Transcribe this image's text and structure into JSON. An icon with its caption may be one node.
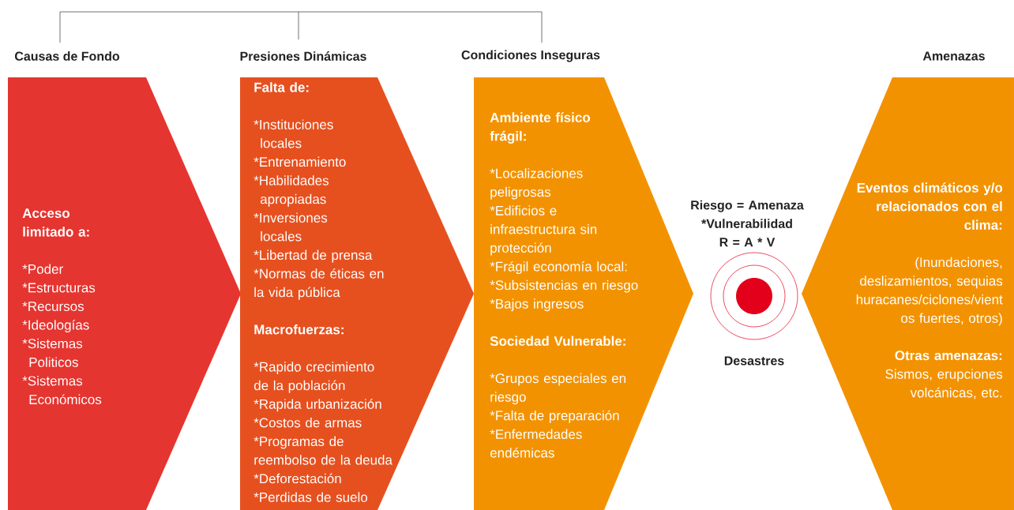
{
  "diagram": {
    "nodes": [
      {
        "text": [
          "Causas de Fondo",
          "Acceso limitado a:",
          "*Poder",
          "*Estructuras",
          "*Recursos",
          "*Ideologías",
          "*Sistemas Politicos",
          "*Sistemas Económicos"
        ]
      },
      {
        "text": [
          "Presiones Dinámicas",
          "Falta de:",
          "*Instituciones locales",
          "*Entrenamiento",
          "*Habilidades apropiadas",
          "*Inversiones locales",
          "*Libertad de prensa",
          "*Normas de éticas en la vida pública",
          "Macrofuerzas:",
          "*Rapido crecimiento de la población",
          "*Rapida urbanización",
          "*Costos de armas",
          "*Programas de reembolso de la deuda",
          "*Deforestación",
          "*Perdidas de suelo"
        ]
      },
      {
        "text": [
          "Condiciones Inseguras",
          "Ambiente físico frágil:",
          "*Localizaciones peligrosas",
          "*Edificios e infraestructura sin protección",
          "*Frágil economía local:",
          "*Subsistencias en riesgo",
          "*Bajos ingresos",
          "Sociedad Vulnerable:",
          "*Grupos especiales en riesgo",
          "*Falta de preparación",
          "*Enfermedades endémicas"
        ]
      },
      {
        "text": [],
        "shape": "circle",
        "beside": [
          "Riesgo = Amenaza *Vulnerabilidad R = A * V",
          "Desastres"
        ]
      },
      {
        "text": [
          "Amenazas",
          "Eventos climáticos y/o relacionados con el clima:",
          "(Inundaciones, deslizamientos, sequias huracanes/ciclones/vient os fuertes, otros)",
          "Otras amenazas:",
          "Sismos, erupciones volcánicas, etc."
        ]
      }
    ]
  }
}
